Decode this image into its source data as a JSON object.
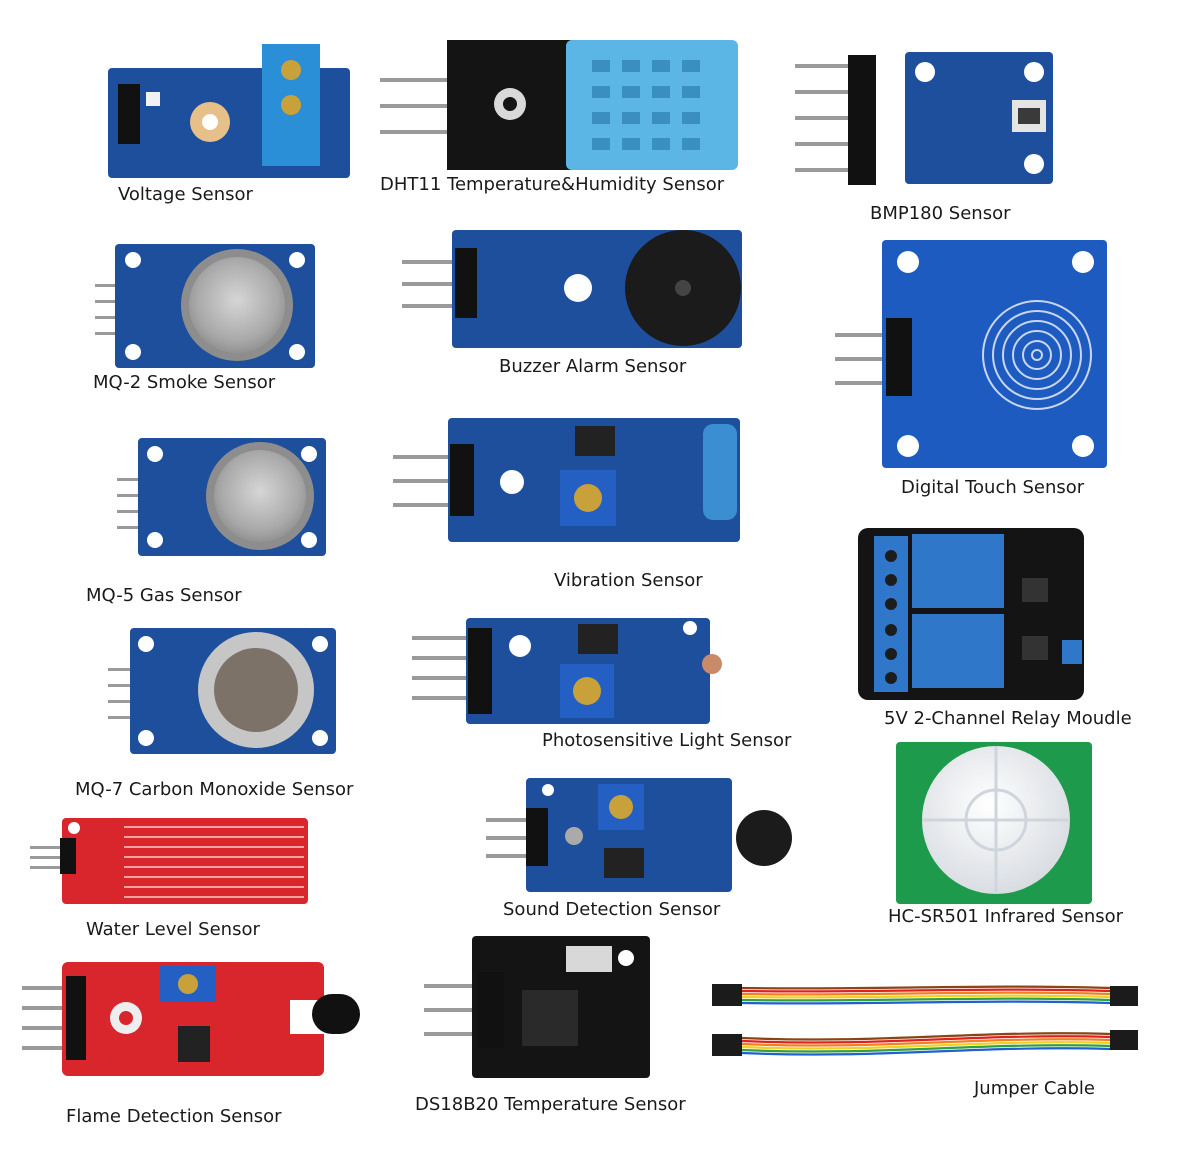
{
  "labels": {
    "voltage": "Voltage Sensor",
    "dht11": "DHT11 Temperature&Humidity Sensor",
    "bmp180": "BMP180 Sensor",
    "mq2": "MQ-2 Smoke Sensor",
    "buzzer": "Buzzer Alarm Sensor",
    "touch": "Digital Touch Sensor",
    "mq5": "MQ-5 Gas Sensor",
    "vibration": "Vibration Sensor",
    "relay": "5V 2-Channel Relay Moudle",
    "mq7": "MQ-7 Carbon Monoxide Sensor",
    "light": "Photosensitive Light Sensor",
    "water": "Water Level Sensor",
    "sound": "Sound Detection Sensor",
    "pir": "HC-SR501 Infrared Sensor",
    "flame": "Flame Detection Sensor",
    "ds18b20": "DS18B20 Temperature Sensor",
    "jumper": "Jumper Cable"
  },
  "colors": {
    "pcb_blue": "#1d4f9c",
    "pcb_red": "#d8262c",
    "pcb_black": "#141414",
    "pcb_green": "#1e9a4c",
    "dht_blue": "#5bb6e6",
    "relay_blue": "#2f77c9"
  }
}
